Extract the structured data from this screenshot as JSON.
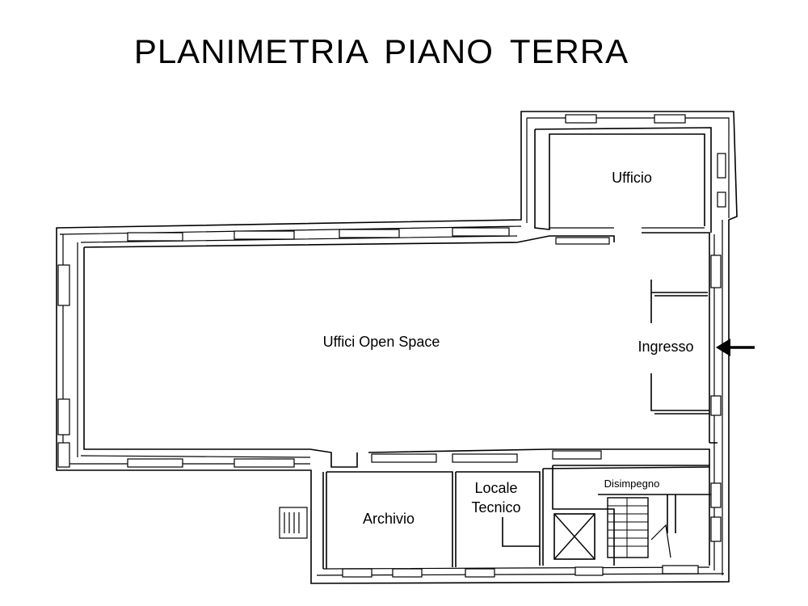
{
  "title": "PLANIMETRIA  PIANO  TERRA",
  "rooms": {
    "ufficio": "Ufficio",
    "open_space": "Uffici Open Space",
    "ingresso": "Ingresso",
    "archivio": "Archivio",
    "locale_tecnico_line1": "Locale",
    "locale_tecnico_line2": "Tecnico",
    "disimpegno": "Disimpegno"
  },
  "icons": {
    "entrance_arrow": "arrow-left-icon",
    "elevator": "elevator-cross-icon",
    "stairs": "stairs-icon"
  }
}
